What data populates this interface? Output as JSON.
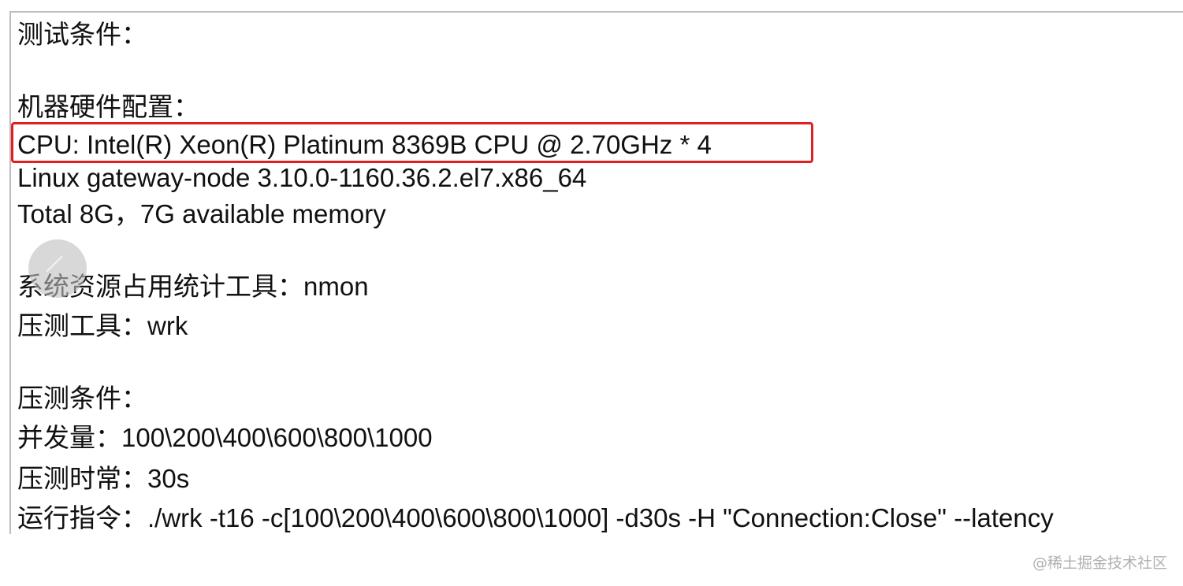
{
  "document": {
    "lines": [
      "测试条件：",
      "机器硬件配置：",
      "CPU: Intel(R) Xeon(R) Platinum 8369B CPU @ 2.70GHz * 4",
      "Linux gateway-node 3.10.0-1160.36.2.el7.x86_64",
      "Total 8G，7G available memory",
      "系统资源占用统计工具：nmon",
      "压测工具：wrk",
      "压测条件：",
      "并发量：100\\200\\400\\600\\800\\1000",
      "压测时常：30s",
      "运行指令：./wrk -t16 -c[100\\200\\400\\600\\800\\1000] -d30s -H \"Connection:Close\" --latency"
    ]
  },
  "highlight": {
    "color": "#e02020"
  },
  "floating_button": {
    "icon": "back-arrow-icon"
  },
  "watermark": {
    "text": "@稀土掘金技术社区"
  }
}
